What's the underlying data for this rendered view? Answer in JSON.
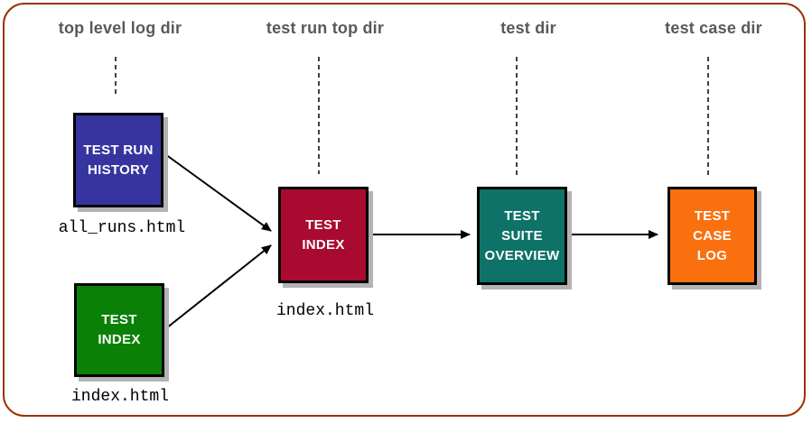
{
  "frame": {
    "border_color": "#993300"
  },
  "colors": {
    "header_text": "#595959",
    "shadow": "#b3b3b3",
    "connector": "#000000"
  },
  "columns": [
    {
      "label": "top level log dir"
    },
    {
      "label": "test run top dir"
    },
    {
      "label": "test dir"
    },
    {
      "label": "test case dir"
    }
  ],
  "nodes": {
    "test_run_history": {
      "label": "TEST RUN\nHISTORY",
      "color": "#3635a0",
      "file": "all_runs.html"
    },
    "test_index_top": {
      "label": "TEST\nINDEX",
      "color": "#0a8106",
      "file": "index.html"
    },
    "test_index_run": {
      "label": "TEST\nINDEX",
      "color": "#a90b30",
      "file": "index.html"
    },
    "test_suite_overview": {
      "label": "TEST\nSUITE\nOVERVIEW",
      "color": "#0e7268"
    },
    "test_case_log": {
      "label": "TEST\nCASE\nLOG",
      "color": "#fb700e"
    }
  }
}
